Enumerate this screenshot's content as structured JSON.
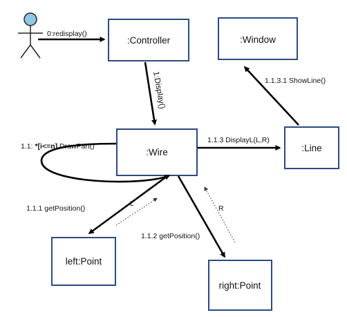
{
  "objects": {
    "controller": ":Controller",
    "window": ":Window",
    "wire": ":Wire",
    "line": ":Line",
    "left_point": "left:Point",
    "right_point": "right:Point"
  },
  "messages": {
    "redisplay": "0:redisplay()",
    "display": "1:Display()",
    "drawpart_prefix": "1.1:",
    "drawpart_guard": "*[i<=n]",
    "drawpart_name": " DrawPart()",
    "displayl": "1.1.3 DisplayL(L,R)",
    "showline": "1.1.3.1 ShowLine()",
    "getposition_left": "1.1.1 getPosition()",
    "getposition_right": "1.1.2 getPosition()"
  },
  "returns": {
    "left": "L",
    "right": "R"
  },
  "colors": {
    "box_border": "#2b4a7e",
    "actor_head": "#8fc7e6",
    "arrow": "#000000"
  }
}
